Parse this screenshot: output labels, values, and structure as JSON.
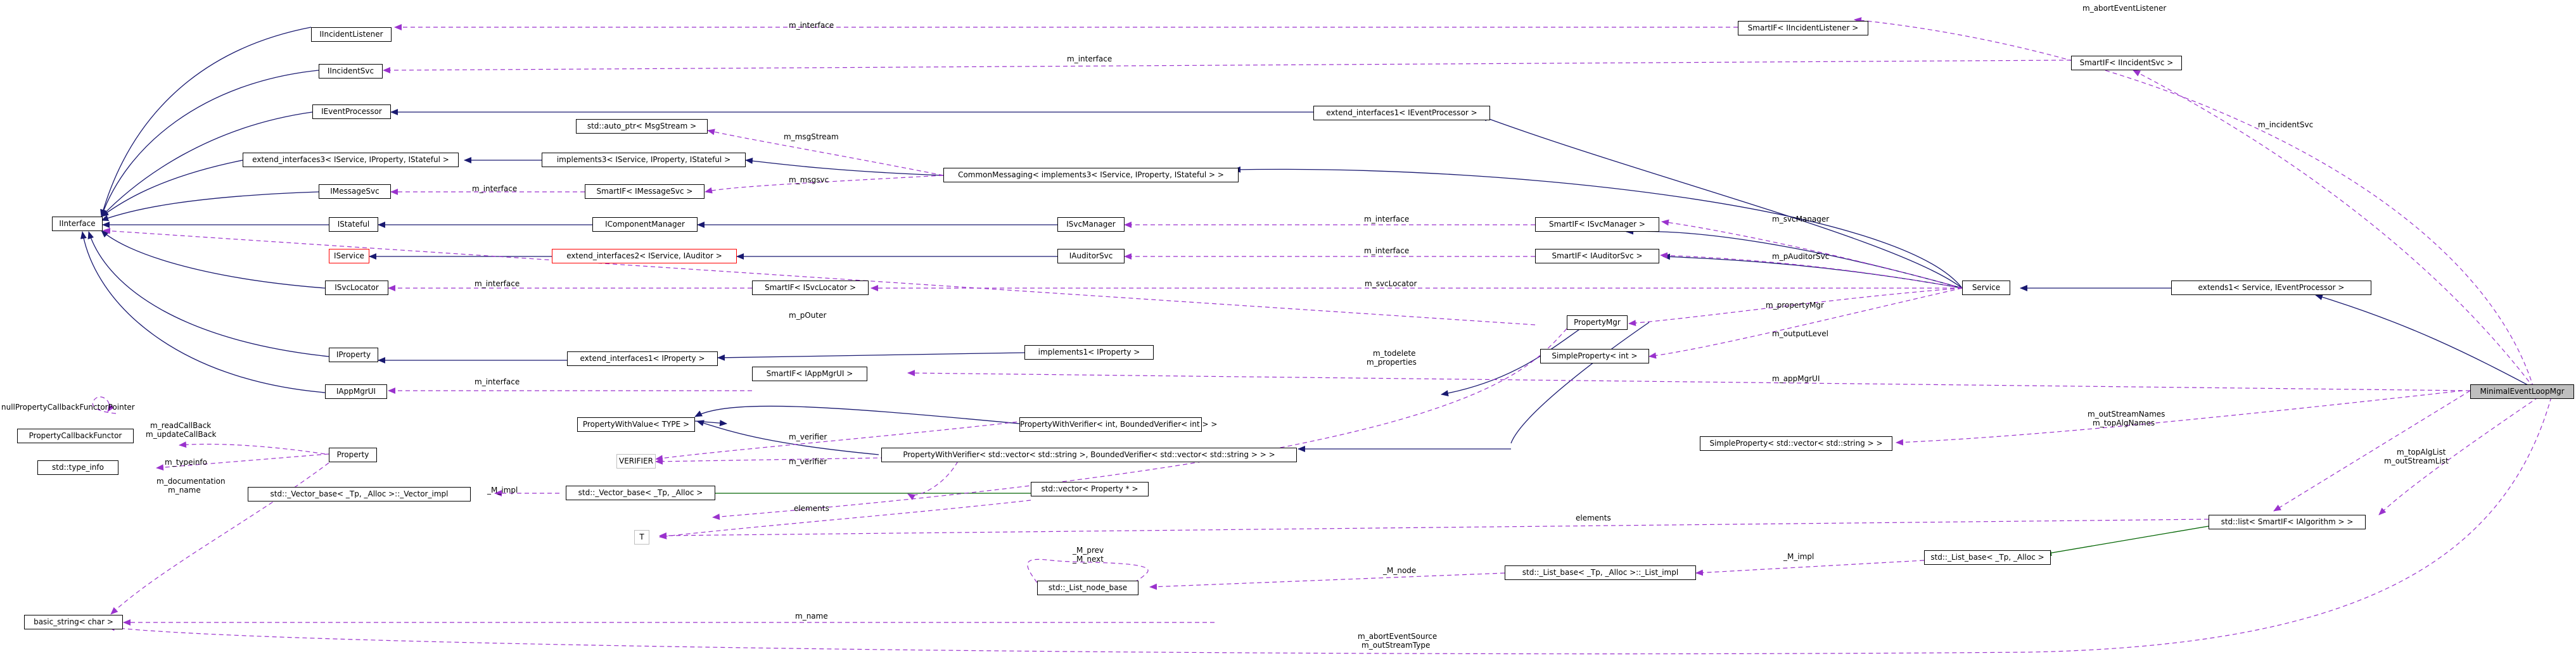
{
  "colors": {
    "inherit": "#191970",
    "usage": "#9a32cd",
    "template": "#006400",
    "border_normal": "#000000",
    "border_red": "#ff0000",
    "border_grey": "#bfbfbf",
    "selected_fill": "#bfbfbf"
  },
  "nodes": {
    "IIncidentListener": "IIncidentListener",
    "IIncidentSvc": "IIncidentSvc",
    "IEventProcessor": "IEventProcessor",
    "ext3": "extend_interfaces3< IService, IProperty, IStateful >",
    "IMessageSvc": "IMessageSvc",
    "IInterface": "IInterface",
    "IStateful": "IStateful",
    "IService": "IService",
    "ISvcLocator": "ISvcLocator",
    "IProperty": "IProperty",
    "IAppMgrUI": "IAppMgrUI",
    "PropertyCallbackFunctor": "PropertyCallbackFunctor",
    "type_info": "std::type_info",
    "Property": "Property",
    "vector_impl": "std::_Vector_base< _Tp, _Alloc >::_Vector_impl",
    "basic_string": "basic_string< char >",
    "auto_ptr": "std::auto_ptr< MsgStream >",
    "impl3": "implements3< IService, IProperty, IStateful >",
    "SmartIF_IMessageSvc": "SmartIF< IMessageSvc >",
    "IComponentManager": "IComponentManager",
    "ext2": "extend_interfaces2< IService, IAuditor >",
    "SmartIF_ISvcLocator": "SmartIF< ISvcLocator >",
    "ext1_IProperty": "extend_interfaces1< IProperty >",
    "SmartIF_IAppMgrUI": "SmartIF< IAppMgrUI >",
    "PWV": "PropertyWithValue< TYPE >",
    "VERIFIER": "VERIFIER",
    "vector_base": "std::_Vector_base< _Tp, _Alloc >",
    "T": "T",
    "CommonMessaging": "CommonMessaging< implements3< IService, IProperty, IStateful > >",
    "ISvcManager": "ISvcManager",
    "IAuditorSvc": "IAuditorSvc",
    "PropertyMgr": "PropertyMgr",
    "impl1_IProperty": "implements1< IProperty >",
    "PWVer_int": "PropertyWithVerifier< int, BoundedVerifier< int > >",
    "PWVer_vec": "PropertyWithVerifier< std::vector< std::string >, BoundedVerifier< std::vector< std::string > > >",
    "vector_Property": "std::vector< Property * >",
    "list_node_base": "std::_List_node_base",
    "list_impl": "std::_List_base< _Tp, _Alloc >::_List_impl",
    "ext1_IEventProcessor": "extend_interfaces1< IEventProcessor >",
    "SmartIF_IIncidentListener": "SmartIF< IIncidentListener >",
    "SmartIF_IIncidentSvc": "SmartIF< IIncidentSvc >",
    "SmartIF_ISvcManager": "SmartIF< ISvcManager >",
    "SmartIF_IAuditorSvc": "SmartIF< IAuditorSvc >",
    "SimpleProperty_int": "SimpleProperty< int >",
    "Service": "Service",
    "SimpleProperty_vec": "SimpleProperty< std::vector< std::string > >",
    "list_base": "std::_List_base< _Tp, _Alloc >",
    "extends1": "extends1< Service, IEventProcessor >",
    "list_SmartIF": "std::list< SmartIF< IAlgorithm > >",
    "MinimalEventLoopMgr": "MinimalEventLoopMgr",
    "nullPCFP": "nullPropertyCallbackFunctorPointer"
  },
  "edge_labels": {
    "abortEventListener": "m_abortEventListener",
    "interface_listener": "m_interface",
    "interface_incidentsvc": "m_interface",
    "incidentSvc": "m_incidentSvc",
    "msgStream": "m_msgStream",
    "interface_msgsvc": "m_interface",
    "msgsvc": "m_msgsvc",
    "interface_svcmgr": "m_interface",
    "svcManager": "m_svcManager",
    "interface_auditor": "m_interface",
    "pAuditorSvc": "m_pAuditorSvc",
    "interface_svclocator": "m_interface",
    "svcLocator": "m_svcLocator",
    "pOuter": "m_pOuter",
    "propertyMgr": "m_propertyMgr",
    "todelete": "m_todelete",
    "properties": "m_properties",
    "outputLevel": "m_outputLevel",
    "interface_appmgr": "m_interface",
    "appMgrUI": "m_appMgrUI",
    "readCallBack": "m_readCallBack",
    "updateCallBack": "m_updateCallBack",
    "verifier1": "m_verifier",
    "verifier2": "m_verifier",
    "outStreamNames": "m_outStreamNames",
    "topAlgNames": "m_topAlgNames",
    "typeinfo": "m_typeinfo",
    "documentation": "m_documentation",
    "name1": "m_name",
    "M_impl1": "_M_impl",
    "topAlgList": "m_topAlgList",
    "outStreamList": "m_outStreamList",
    "elements1": "elements",
    "elements2": "elements",
    "M_prev": "_M_prev",
    "M_next": "_M_next",
    "M_node": "_M_node",
    "M_impl2": "_M_impl",
    "name2": "m_name",
    "abortEventSource": "m_abortEventSource",
    "outStreamType": "m_outStreamType"
  }
}
